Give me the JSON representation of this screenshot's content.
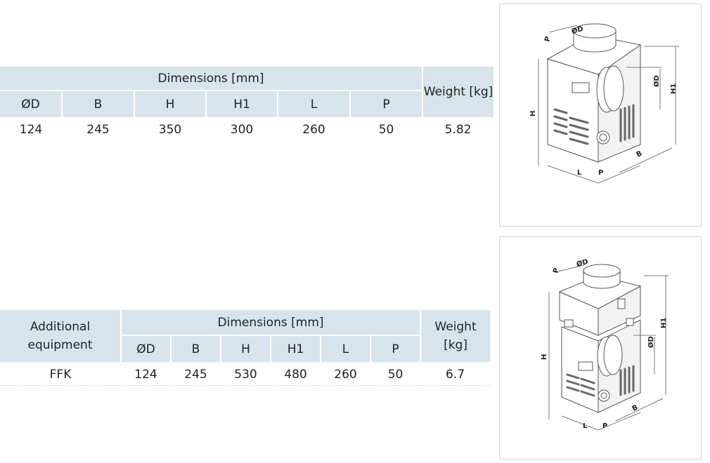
{
  "table1": {
    "group_header": "Dimensions [mm]",
    "weight_header": "Weight [kg]",
    "columns": [
      "ØD",
      "B",
      "H",
      "H1",
      "L",
      "P"
    ],
    "values": [
      "124",
      "245",
      "350",
      "300",
      "260",
      "50"
    ],
    "weight": "5.82"
  },
  "table2": {
    "first_header": "Additional equipment",
    "group_header": "Dimensions [mm]",
    "weight_header": "Weight [kg]",
    "columns": [
      "ØD",
      "B",
      "H",
      "H1",
      "L",
      "P"
    ],
    "values": [
      "124",
      "245",
      "530",
      "480",
      "260",
      "50"
    ],
    "name": "FFK",
    "weight": "6.7"
  },
  "drawing1": {
    "labels": [
      "P",
      "ØD",
      "ØD",
      "H1",
      "H",
      "B",
      "L",
      "P"
    ]
  },
  "drawing2": {
    "labels": [
      "P",
      "ØD",
      "ØD",
      "H1",
      "H",
      "B",
      "L",
      "P"
    ]
  },
  "colors": {
    "header_bg": "#d7e4ec",
    "line": "#555555"
  }
}
